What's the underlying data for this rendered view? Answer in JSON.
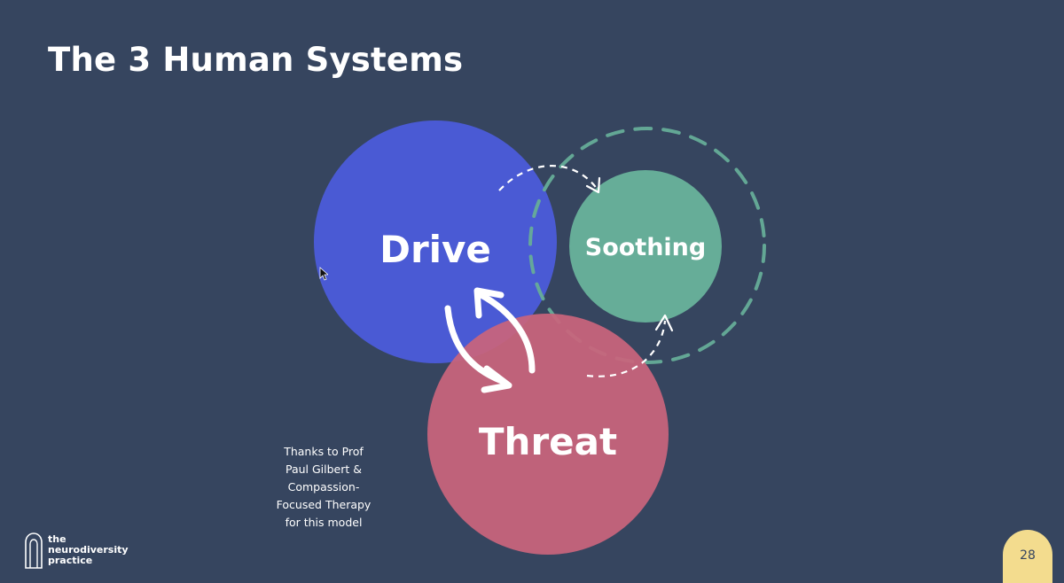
{
  "slide": {
    "title": "The 3 Human Systems",
    "page_number": "28"
  },
  "systems": {
    "drive": {
      "label": "Drive",
      "color": "#4b5bd8"
    },
    "soothing": {
      "label": "Soothing",
      "color": "#66ad98"
    },
    "threat": {
      "label": "Threat",
      "color": "#c0627a"
    }
  },
  "credit": {
    "lines": [
      "Thanks to Prof",
      "Paul Gilbert &",
      "Compassion-",
      "Focused Therapy",
      "for this model"
    ]
  },
  "logo": {
    "icon": "neurodiversity-practice-logo-icon",
    "lines": [
      "the",
      "neurodiversity",
      "practice"
    ]
  },
  "colors": {
    "background": "#36455f",
    "dashed_ring": "#66ad98",
    "arrows": "#ffffff",
    "page_badge": "#f3dc8e"
  }
}
